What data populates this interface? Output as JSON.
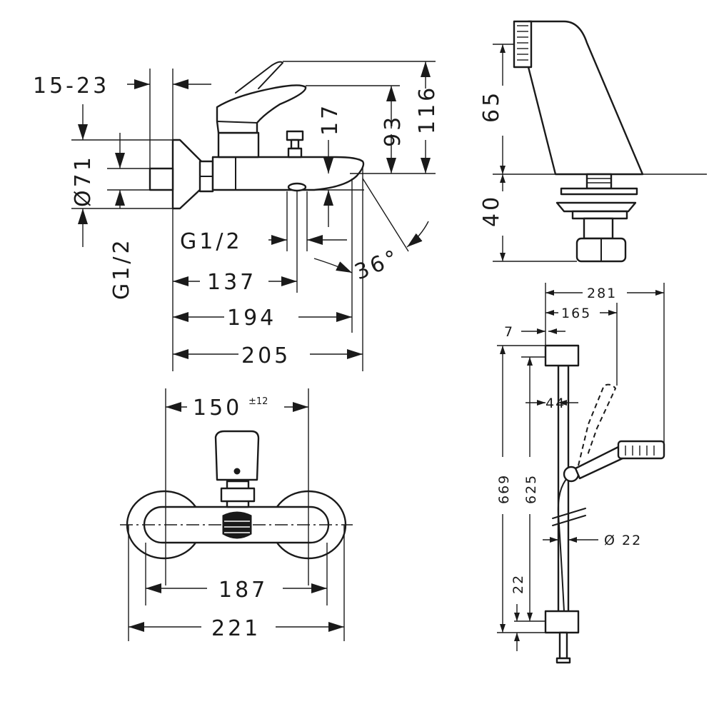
{
  "side_view": {
    "dims": {
      "d15_23": "15-23",
      "d71": "Ø71",
      "g12_left": "G1/2",
      "d17": "17",
      "d93": "93",
      "d116": "116",
      "g12_bottom": "G1/2",
      "angle": "36°",
      "d137": "137",
      "d194": "194",
      "d205": "205"
    }
  },
  "front_view": {
    "dims": {
      "d150": "150",
      "d150_tol": "±12",
      "d187": "187",
      "d221": "221"
    }
  },
  "connector_view": {
    "dims": {
      "d65": "65",
      "d40": "40"
    }
  },
  "shower_rail_view": {
    "dims": {
      "d281": "281",
      "d165": "165",
      "d7": "7",
      "d44": "44",
      "d669": "669",
      "d625": "625",
      "d22_dia": "Ø 22",
      "d22": "22"
    }
  }
}
